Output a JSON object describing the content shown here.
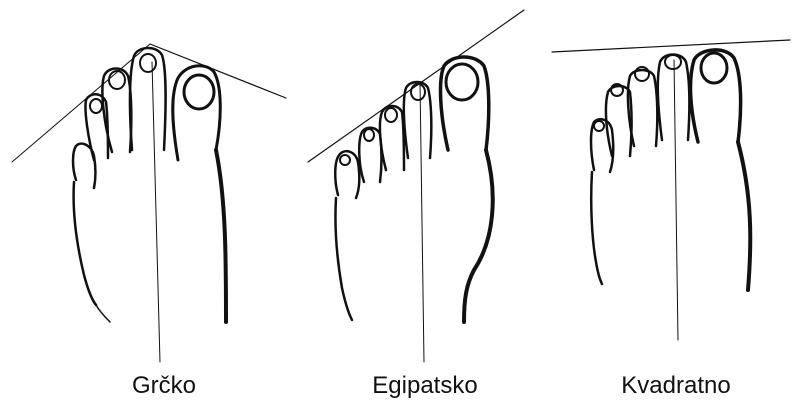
{
  "figure": {
    "ink_color": "#111111",
    "feet": [
      {
        "icon": "greek-foot-icon",
        "caption": "Grčko"
      },
      {
        "icon": "egyptian-foot-icon",
        "caption": "Egipatsko"
      },
      {
        "icon": "square-foot-icon",
        "caption": "Kvadratno"
      }
    ]
  }
}
